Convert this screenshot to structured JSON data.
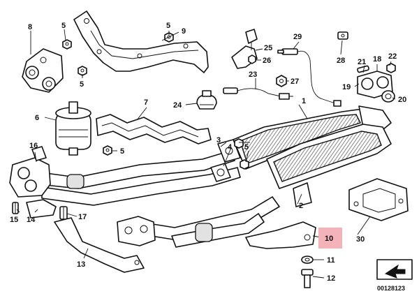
{
  "diagram": {
    "highlight_color": "#f4b3b8",
    "highlighted_label": "10",
    "reference_code": "00128123",
    "arrow_icon": "direction-arrow-icon",
    "labels": {
      "p1": "1",
      "p2": "2",
      "p3": "3",
      "p4": "4",
      "p5a": "5",
      "p5b": "5",
      "p5c": "5",
      "p5d": "5",
      "p5e": "5",
      "p6": "6",
      "p7": "7",
      "p8": "8",
      "p9": "9",
      "p10": "10",
      "p11": "11",
      "p12": "12",
      "p13": "13",
      "p14": "14",
      "p15": "15",
      "p16": "16",
      "p17": "17",
      "p18": "18",
      "p19": "19",
      "p20": "20",
      "p21": "21",
      "p22": "22",
      "p23": "23",
      "p24": "24",
      "p25": "25",
      "p26": "26",
      "p27": "27",
      "p28": "28",
      "p29": "29",
      "p30": "30"
    }
  }
}
